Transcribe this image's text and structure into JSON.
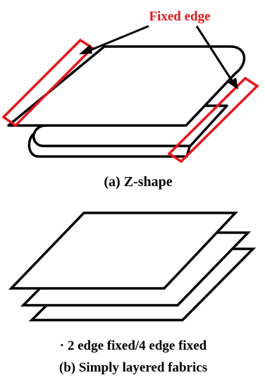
{
  "diagram": {
    "annotation_label": "Fixed edge",
    "caption_a": "(a) Z-shape",
    "note": "· 2 edge fixed/4 edge fixed",
    "caption_b": "(b) Simply layered fabrics",
    "colors": {
      "fixed_edge": "#e8141b",
      "fabric_outline": "#000000",
      "text": "#000000",
      "background": "#ffffff"
    }
  }
}
